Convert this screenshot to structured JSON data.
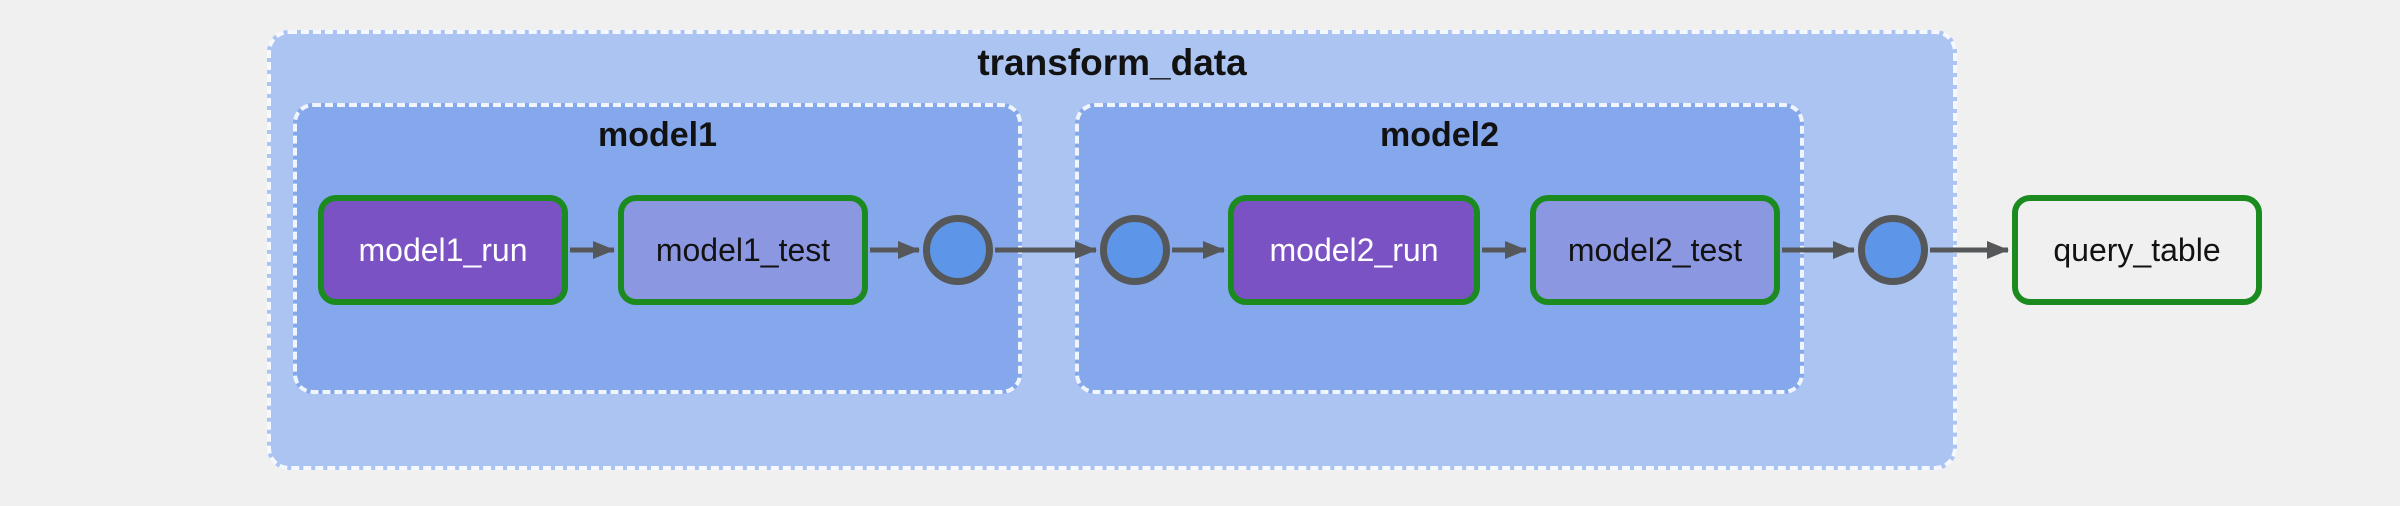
{
  "colors": {
    "page_bg": "#f0f0f1",
    "outer_group_bg": "#acc4f1",
    "group_bg": "#84a8eb",
    "node_purple": "#7a52c4",
    "node_periwinkle": "#8c97e2",
    "node_plain_bg": "#eff0ef",
    "border_green": "#1b8a1f",
    "edge_gray": "#565759",
    "circle_blue": "#5d95e9",
    "text_dark": "#121212",
    "text_light": "#ffffff"
  },
  "dag": {
    "outer_group": {
      "label": "transform_data"
    },
    "groups": [
      {
        "label": "model1",
        "nodes": [
          {
            "label": "model1_run"
          },
          {
            "label": "model1_test"
          }
        ]
      },
      {
        "label": "model2",
        "nodes": [
          {
            "label": "model2_run"
          },
          {
            "label": "model2_test"
          }
        ]
      }
    ],
    "end_node": {
      "label": "query_table"
    }
  }
}
